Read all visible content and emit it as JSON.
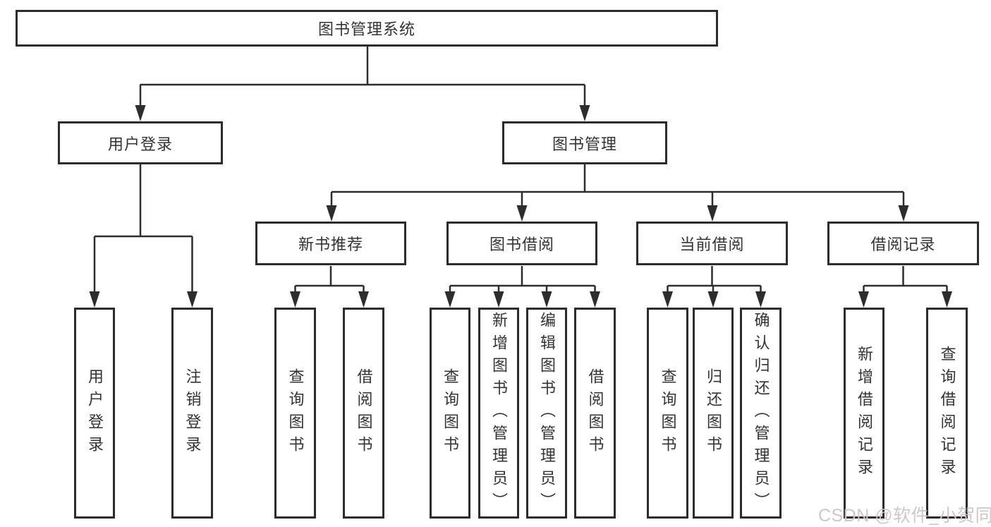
{
  "diagram": {
    "root": "图书管理系统",
    "branches": [
      {
        "label": "用户登录",
        "leaves": [
          "用户登录",
          "注销登录"
        ]
      },
      {
        "label": "图书管理",
        "groups": [
          {
            "label": "新书推荐",
            "leaves": [
              "查询图书",
              "借阅图书"
            ]
          },
          {
            "label": "图书借阅",
            "leaves": [
              "查询图书",
              "新增图书（管理员）",
              "编辑图书（管理员）",
              "借阅图书"
            ]
          },
          {
            "label": "当前借阅",
            "leaves": [
              "查询图书",
              "归还图书",
              "确认归还（管理员）"
            ]
          },
          {
            "label": "借阅记录",
            "leaves": [
              "新增借阅记录",
              "查询借阅记录"
            ]
          }
        ]
      }
    ],
    "colors": {
      "line": "#2d2d2d",
      "box_border": "#2c2c2c",
      "text": "#333333",
      "background": "#ffffff"
    }
  },
  "watermark": {
    "text": "CSDN @软件_小贺同学",
    "color": "#cbc6c6"
  }
}
